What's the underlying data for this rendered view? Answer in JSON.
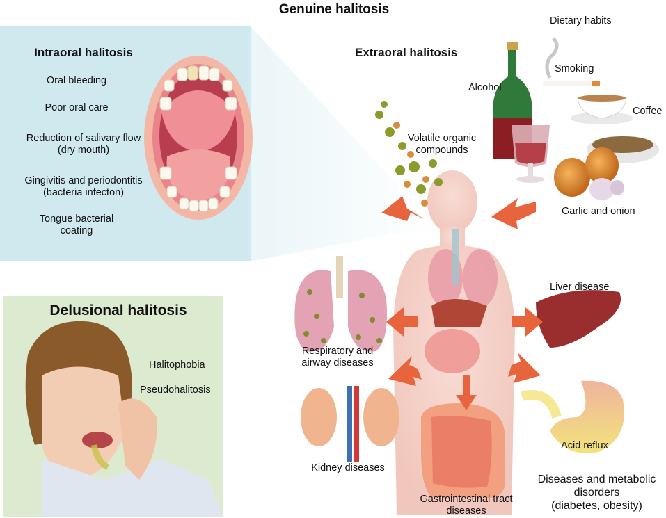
{
  "title": "Genuine halitosis",
  "intraoral": {
    "heading": "Intraoral halitosis",
    "causes": [
      "Oral bleeding",
      "Poor oral care",
      "Reduction of salivary flow\n(dry mouth)",
      "Gingivitis and periodontitis\n(bacteria infecton)",
      "Tongue bacterial\ncoating"
    ]
  },
  "delusional": {
    "heading": "Delusional halitosis",
    "items": [
      "Halitophobia",
      "Pseudohalitosis"
    ]
  },
  "extraoral": {
    "heading": "Extraoral halitosis",
    "dietary_heading": "Dietary habits",
    "dietary": {
      "smoking": "Smoking",
      "alcohol": "Alcohol",
      "coffee": "Coffee",
      "garlic_onion": "Garlic and onion"
    },
    "voc": "Volatile organic\ncompounds",
    "diseases": {
      "liver": "Liver disease",
      "respiratory": "Respiratory and\nairway diseases",
      "kidney": "Kidney diseases",
      "gi": "Gastrointestinal tract\ndiseases",
      "acid": "Acid reflux",
      "metabolic": "Diseases and metabolic\ndisorders\n(diabetes, obesity)"
    }
  },
  "colors": {
    "intraoral_panel": "#cfe9ee",
    "delusional_panel": "#dcebcf",
    "arrow": "#e8643c",
    "body": "#f6d6cf"
  }
}
